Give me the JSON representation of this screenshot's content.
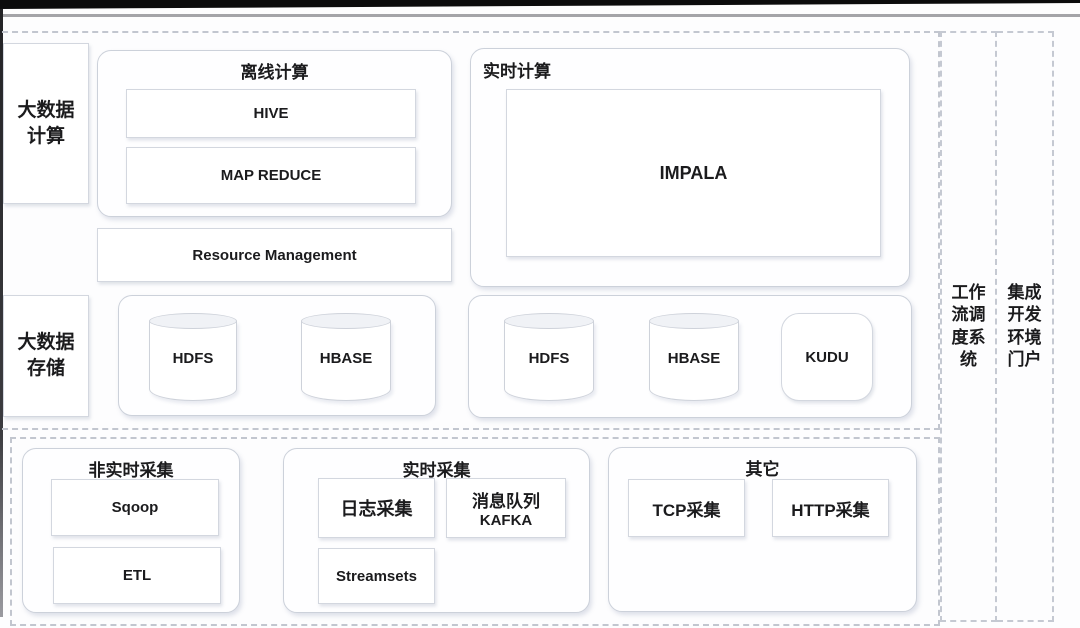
{
  "colors": {
    "top_bar": "#0b0b0c",
    "divider_line": "#a4a4a8",
    "node_border": "#d3d7df",
    "group_border": "#ccd1da",
    "dashed_border": "#c2c6cf",
    "text": "#1b1b1d"
  },
  "computing": {
    "row_label_line1": "大数据",
    "row_label_line2": "计算",
    "offline_title": "离线计算",
    "hive": "HIVE",
    "mapreduce": "MAP REDUCE",
    "realtime_title": "实时计算",
    "impala": "IMPALA",
    "resource_management": "Resource Management"
  },
  "storage": {
    "row_label_line1": "大数据",
    "row_label_line2": "存储",
    "left_group": {
      "hdfs": "HDFS",
      "hbase": "HBASE"
    },
    "right_group": {
      "hdfs": "HDFS",
      "hbase": "HBASE",
      "kudu": "KUDU"
    }
  },
  "collection": {
    "batch": {
      "title": "非实时采集",
      "sqoop": "Sqoop",
      "etl": "ETL"
    },
    "realtime": {
      "title": "实时采集",
      "log": "日志采集",
      "mq_line1": "消息队列",
      "mq_line2": "KAFKA",
      "streamsets": "Streamsets"
    },
    "other": {
      "title": "其它",
      "tcp": "TCP采集",
      "http": "HTTP采集"
    }
  },
  "side_panels": {
    "workflow_scheduler": "工作流调度系统",
    "ide_portal": "集成开发环境门户"
  }
}
